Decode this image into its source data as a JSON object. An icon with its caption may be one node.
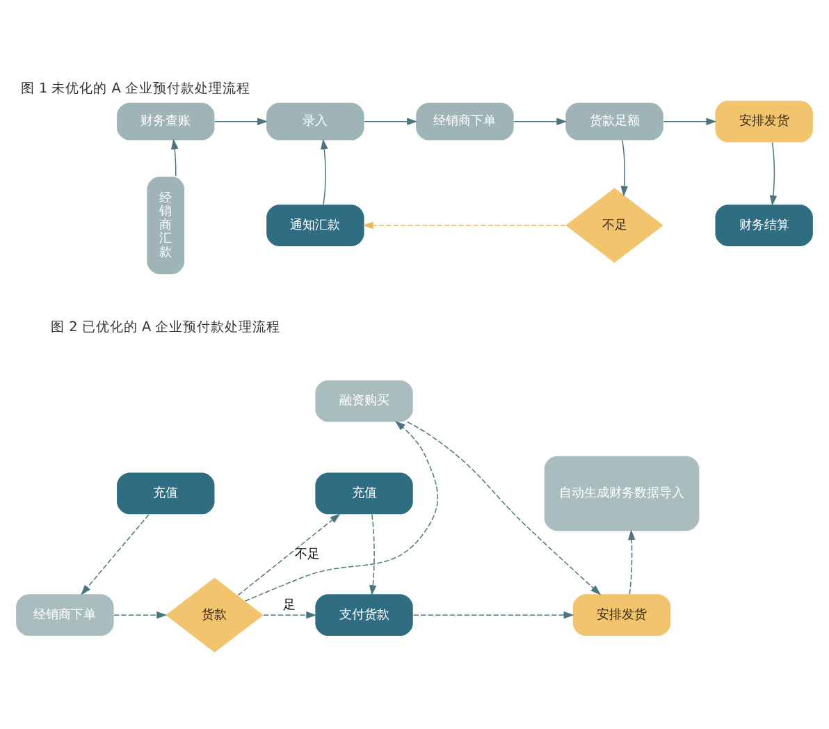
{
  "diagram": {
    "title": "图 1 未优化的 A 企业预付款处理流程",
    "nodes": [
      {
        "text": [
          "财务查账"
        ]
      },
      {
        "text": [
          "录入"
        ]
      },
      {
        "text": [
          "经销商下单"
        ]
      },
      {
        "text": [
          "货款足额"
        ]
      },
      {
        "text": [
          "安排发货"
        ]
      },
      {
        "text": [
          "经销商汇款"
        ]
      },
      {
        "text": [
          "通知汇款"
        ]
      },
      {
        "text": [
          "不足"
        ]
      },
      {
        "text": [
          "财务结算"
        ]
      },
      {
        "text": [
          "融资购买"
        ]
      },
      {
        "text": [
          "充值"
        ]
      },
      {
        "text": [
          "充值"
        ]
      },
      {
        "text": [
          "自动生成财务数据导入"
        ]
      },
      {
        "text": [
          "经销商下单"
        ]
      },
      {
        "text": [
          "货款"
        ]
      },
      {
        "text": [
          "支付货款"
        ]
      },
      {
        "text": [
          "安排发货"
        ]
      }
    ],
    "edges": [
      {
        "from": 5,
        "to": 0,
        "arrow": "to"
      },
      {
        "from": 0,
        "to": 1,
        "arrow": "to"
      },
      {
        "from": 1,
        "to": 2,
        "arrow": "to"
      },
      {
        "from": 2,
        "to": 3,
        "arrow": "to"
      },
      {
        "from": 3,
        "to": 4,
        "arrow": "to"
      },
      {
        "from": 6,
        "to": 1,
        "arrow": "to"
      },
      {
        "from": 3,
        "to": 7,
        "arrow": "to"
      },
      {
        "from": 7,
        "to": 6,
        "arrow": "to",
        "style": "dashed",
        "color": "#f0b656"
      },
      {
        "from": 4,
        "to": 8,
        "arrow": "to"
      },
      {
        "from": 10,
        "to": 13,
        "arrow": "to",
        "style": "dashed"
      },
      {
        "from": 13,
        "to": 14,
        "arrow": "to",
        "style": "dashed"
      },
      {
        "from": 14,
        "to": 9,
        "arrow": "to",
        "style": "dashed"
      },
      {
        "from": 14,
        "to": 11,
        "arrow": "to",
        "style": "dashed",
        "label": "不足"
      },
      {
        "from": 14,
        "to": 15,
        "arrow": "to",
        "style": "dashed",
        "label": "足"
      },
      {
        "from": 11,
        "to": 15,
        "arrow": "to",
        "style": "dashed"
      },
      {
        "from": 9,
        "to": 16,
        "arrow": "to",
        "style": "dashed"
      },
      {
        "from": 15,
        "to": 16,
        "arrow": "to",
        "style": "dashed"
      },
      {
        "from": 16,
        "to": 12,
        "arrow": "to",
        "style": "dashed"
      }
    ],
    "labels": [
      "图 2 已优化的 A 企业预付款处理流程"
    ]
  }
}
